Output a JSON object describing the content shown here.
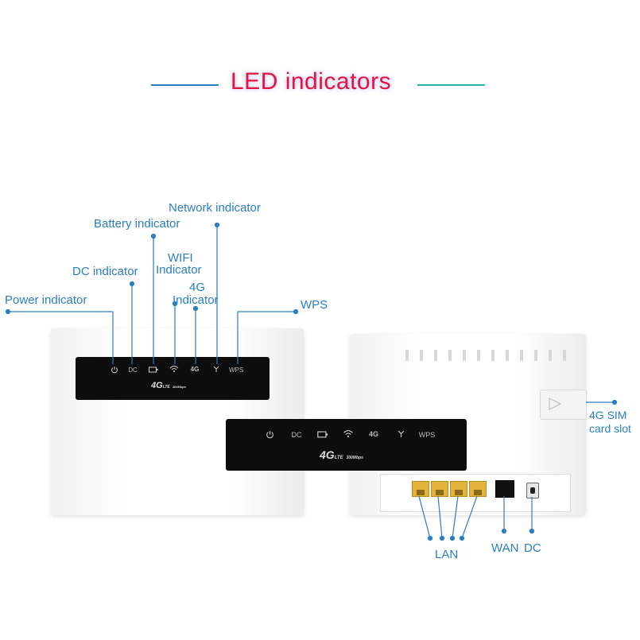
{
  "title": "LED indicators",
  "colors": {
    "title": "#e6123f",
    "label": "#2a7ec3",
    "line_left": "#2a7ec3",
    "line_right": "#26b5a8"
  },
  "labels": {
    "power": "Power indicator",
    "dc": "DC indicator",
    "battery": "Battery indicator",
    "wifi_line1": "WIFI",
    "wifi_line2": "Indicator",
    "g4_line1": "4G",
    "g4_line2": "Indicator",
    "network": "Network indicator",
    "wps": "WPS",
    "sim_line1": "4G SIM",
    "sim_line2": "card slot",
    "lan": "LAN",
    "wan": "WAN",
    "dc_port": "DC"
  },
  "panel_marks": {
    "dc": "DC",
    "g4": "4G",
    "wps": "WPS",
    "brand": "4G",
    "brand_sub": "LTE",
    "brand_speed": "300Mbps"
  },
  "icons": [
    "power-icon",
    "battery-icon",
    "wifi-icon",
    "network-icon",
    "sim-arrow-icon"
  ]
}
